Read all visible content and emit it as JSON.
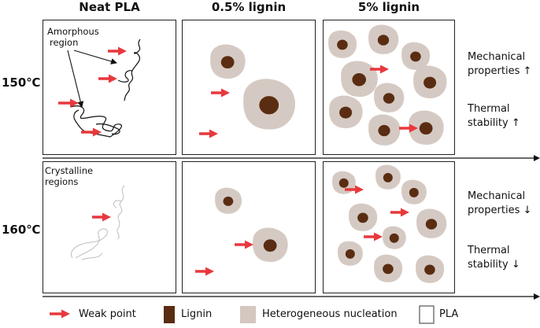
{
  "columns": [
    "Neat PLA",
    "0.5% lignin",
    "5% lignin"
  ],
  "rows": [
    {
      "temperature": "150℃",
      "effects": [
        {
          "line1": "Mechanical",
          "line2": "properties ↑"
        },
        {
          "line1": "Thermal",
          "line2": "stability ↑"
        }
      ]
    },
    {
      "temperature": "160℃",
      "effects": [
        {
          "line1": "Mechanical",
          "line2": "properties ↓"
        },
        {
          "line1": "Thermal",
          "line2": "stability ↓"
        }
      ]
    }
  ],
  "annotations": {
    "amorphous": {
      "line1": "Amorphous",
      "line2": "region"
    },
    "crystalline": {
      "line1": "Crystalline",
      "line2": "regions"
    }
  },
  "legend": {
    "weak_point": "Weak point",
    "lignin": "Lignin",
    "nucleation": "Heterogeneous nucleation",
    "pla": "PLA"
  },
  "colors": {
    "weak_point_arrow": "#e8383d",
    "lignin_core": "#5a2d12",
    "nucleation_halo": "#d3c7c0",
    "panel_border": "#222222"
  }
}
